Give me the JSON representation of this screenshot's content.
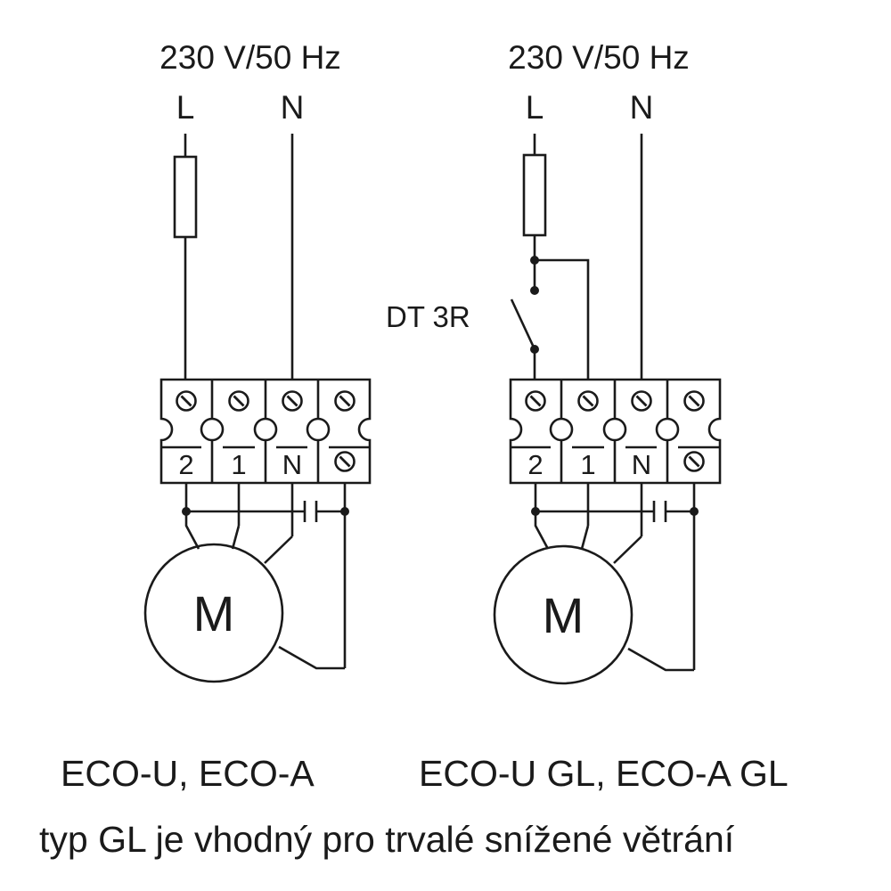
{
  "colors": {
    "ink": "#1a1a1a",
    "background": "#ffffff"
  },
  "left": {
    "supply": "230 V/50 Hz",
    "line": "L",
    "neutral": "N",
    "terminals": [
      "2",
      "1",
      "N"
    ],
    "motor": "M",
    "model": "ECO-U, ECO-A"
  },
  "right": {
    "supply": "230 V/50 Hz",
    "line": "L",
    "neutral": "N",
    "switch": "DT 3R",
    "terminals": [
      "2",
      "1",
      "N"
    ],
    "motor": "M",
    "model": "ECO-U GL, ECO-A GL"
  },
  "note": "typ GL je vhodný pro trvalé snížené větrání",
  "icons": {
    "fuse": "fuse-icon",
    "screw": "screw-terminal-icon",
    "ground": "ground-terminal-icon",
    "capacitor": "capacitor-icon",
    "motor": "motor-icon",
    "switch": "switch-icon"
  }
}
